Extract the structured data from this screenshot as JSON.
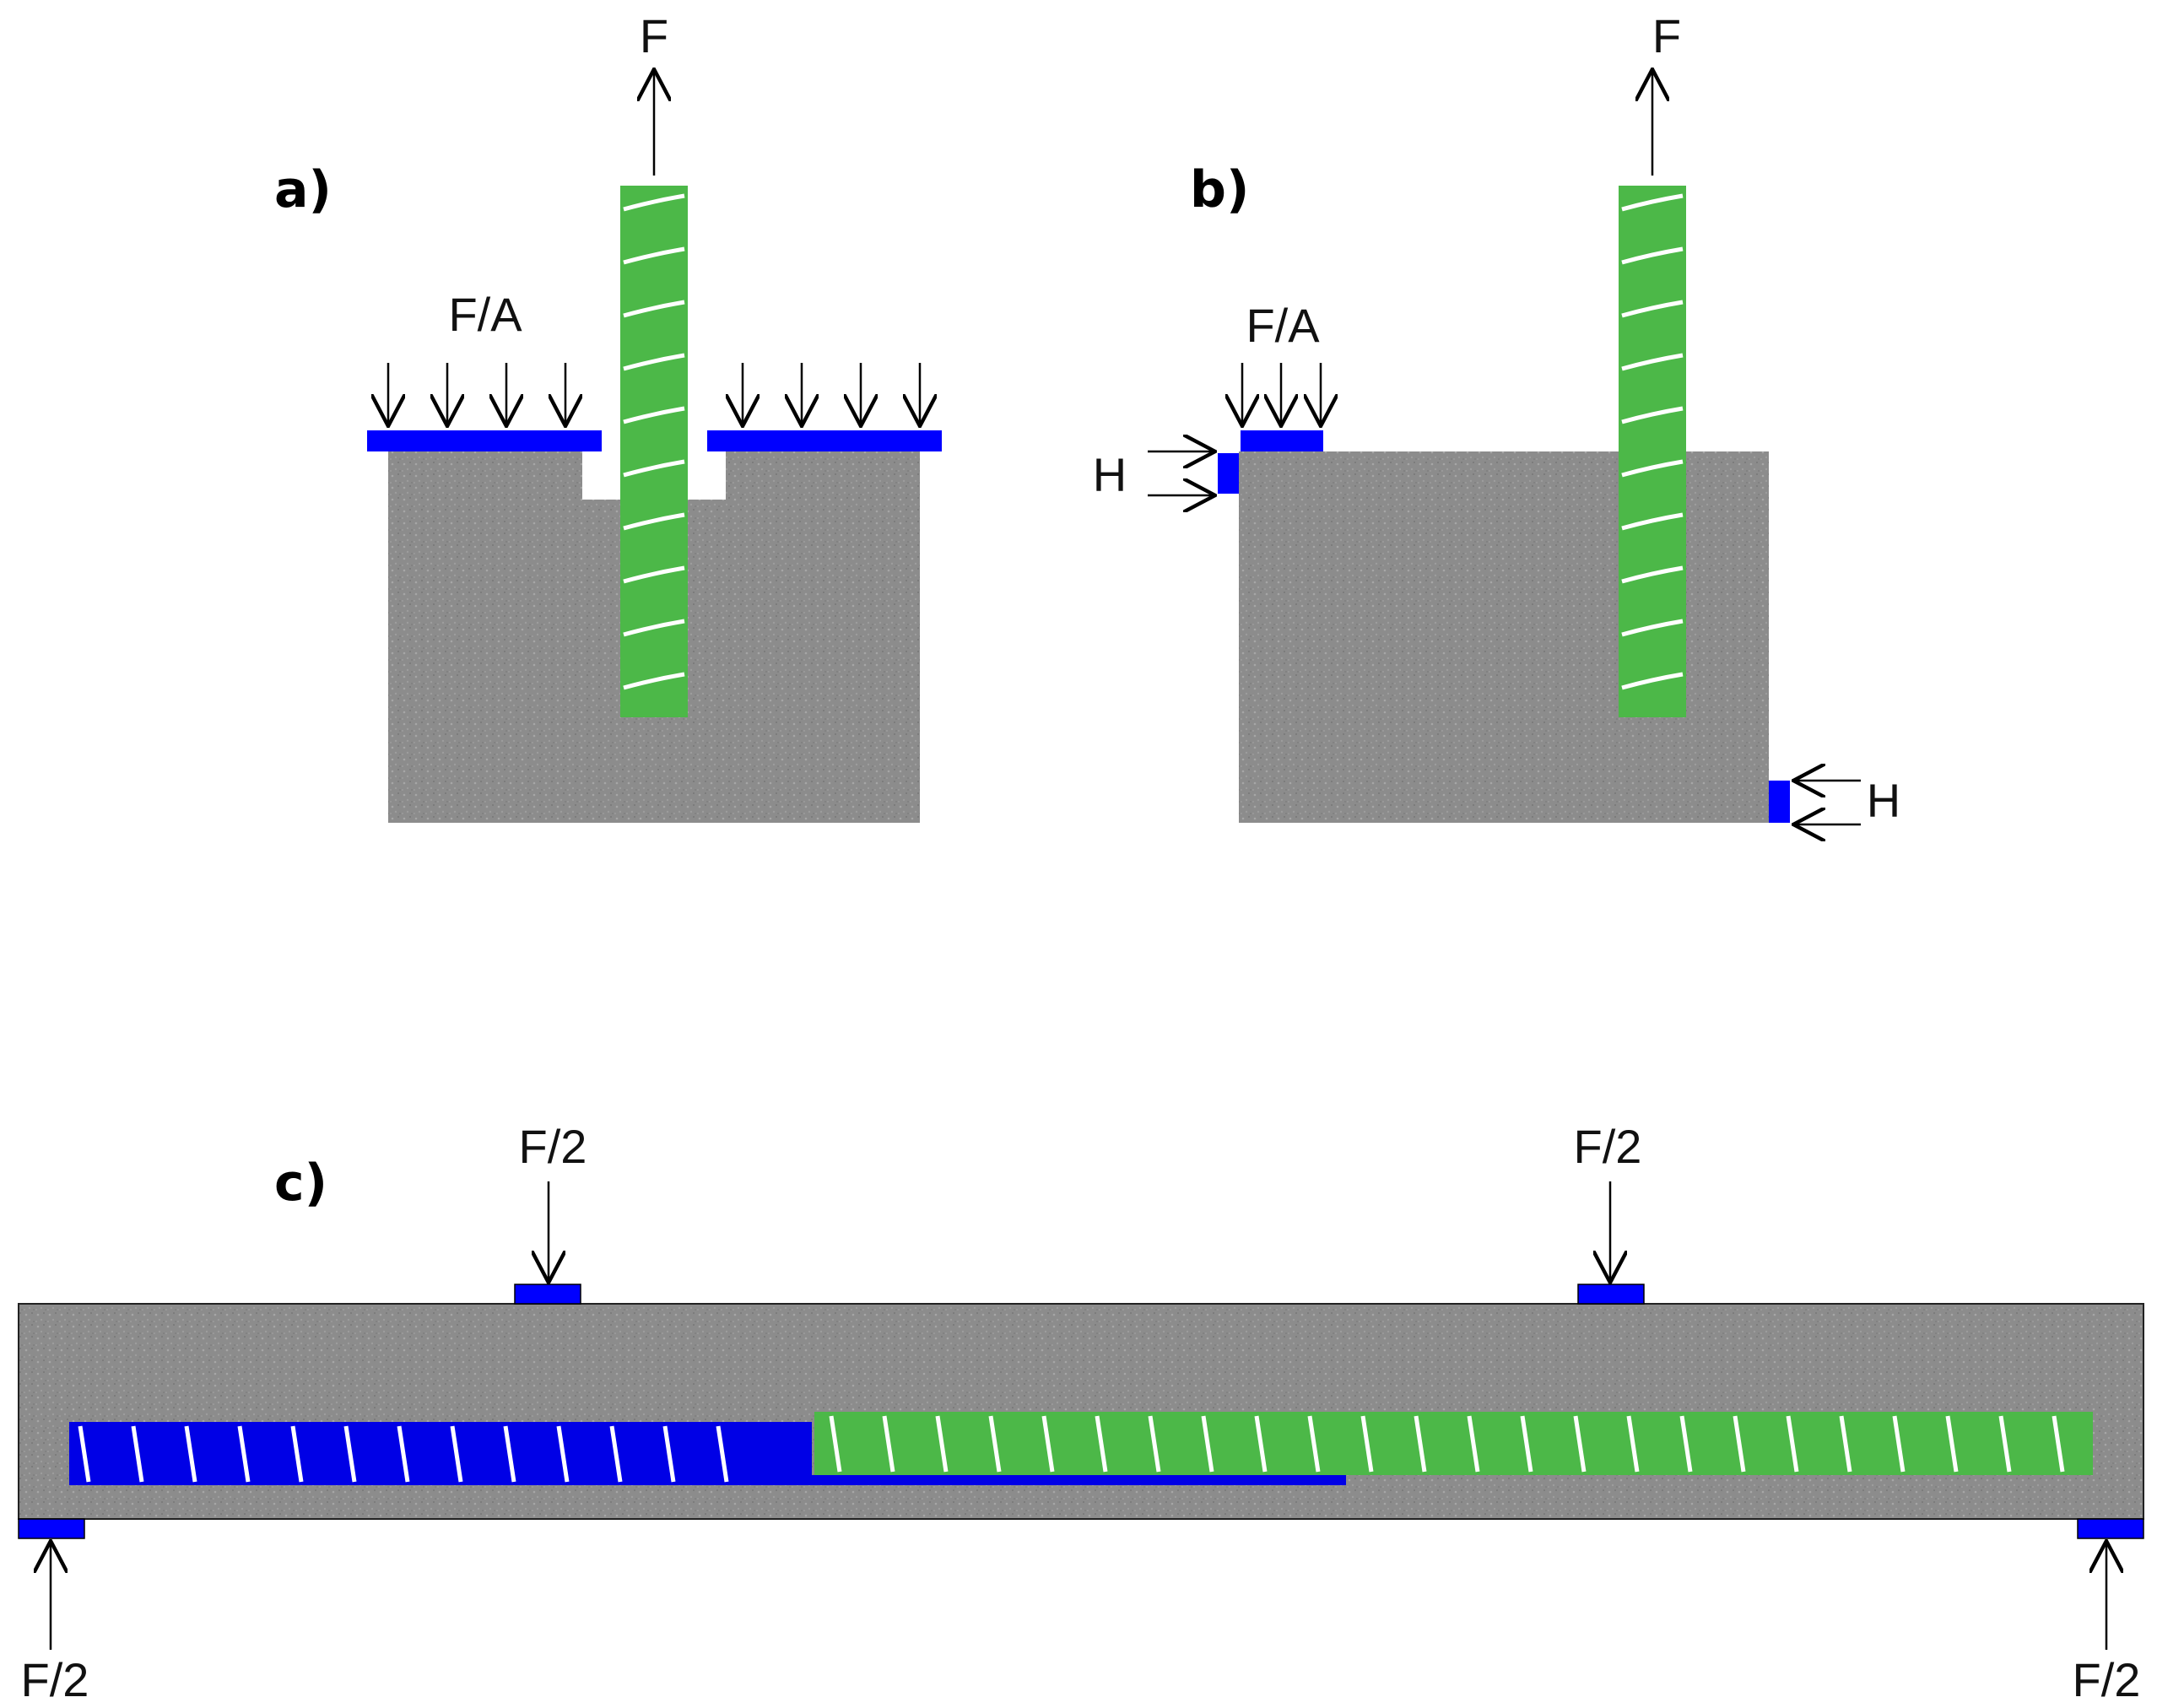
{
  "panels": {
    "a": {
      "label": "a)",
      "pull_force": "F",
      "pressure": "F/A"
    },
    "b": {
      "label": "b)",
      "pull_force": "F",
      "pressure": "F/A",
      "horizontal_top": "H",
      "horizontal_bottom": "H"
    },
    "c": {
      "label": "c)",
      "load_left": "F/2",
      "load_right": "F/2",
      "support_left": "F/2",
      "support_right": "F/2"
    }
  },
  "colors": {
    "concrete": "#8c8c8c",
    "concrete_speckle": "#a6a6a6",
    "rebar": "#4cb848",
    "rebar_c_blue": "#0000e6",
    "plate": "#0000ff",
    "rib": "#ffffff",
    "arrow": "#000000"
  }
}
